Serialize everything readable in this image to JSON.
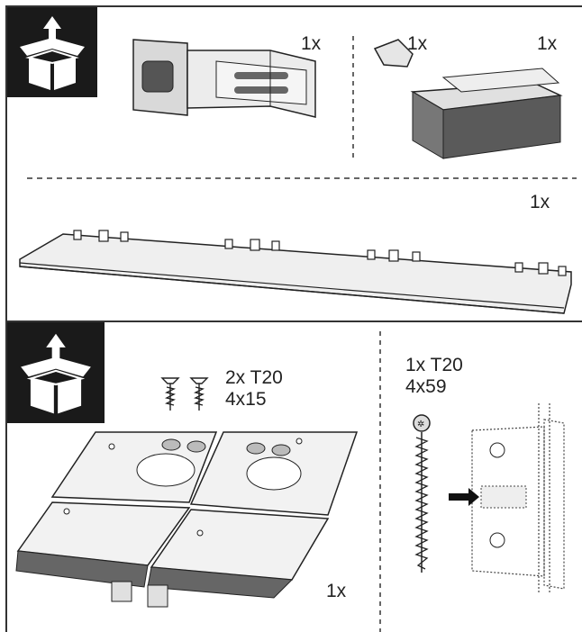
{
  "section_top": {
    "clip_qty": "1x",
    "tab_qty": "1x",
    "cap_qty": "1x",
    "rail_qty": "1x"
  },
  "section_bottom": {
    "small_screws": {
      "qty_type": "2x T20",
      "size": "4x15"
    },
    "long_screw": {
      "qty_type": "1x T20",
      "size": "4x59"
    },
    "plate_qty": "1x"
  },
  "icons": [
    "open-box-icon",
    "open-box-icon"
  ],
  "colors": {
    "badge": "#1a1a1a",
    "line": "#333333",
    "part_fill": "#e8e8e8",
    "part_dark": "#555555"
  }
}
